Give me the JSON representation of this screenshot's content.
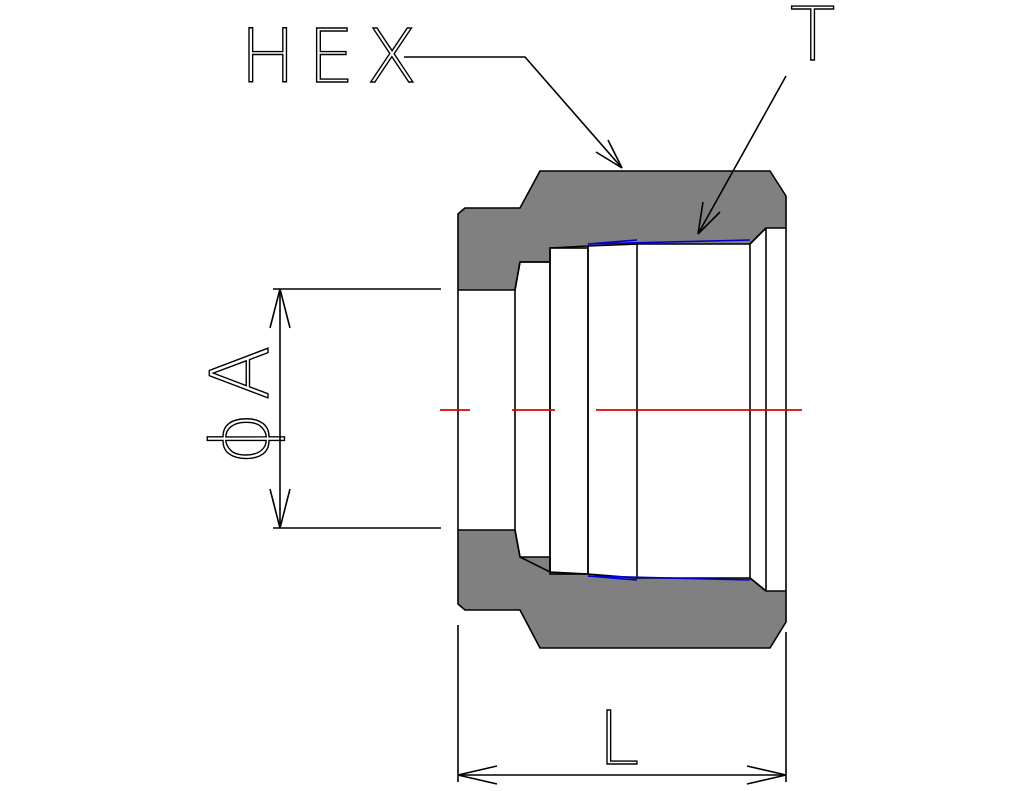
{
  "labels": {
    "hex": "HEX",
    "thread": "T",
    "diameter": "ϕA",
    "length": "L"
  },
  "colors": {
    "body": "#808080",
    "outline": "#000000",
    "centerline": "#e00000",
    "thread": "#0000cc"
  }
}
